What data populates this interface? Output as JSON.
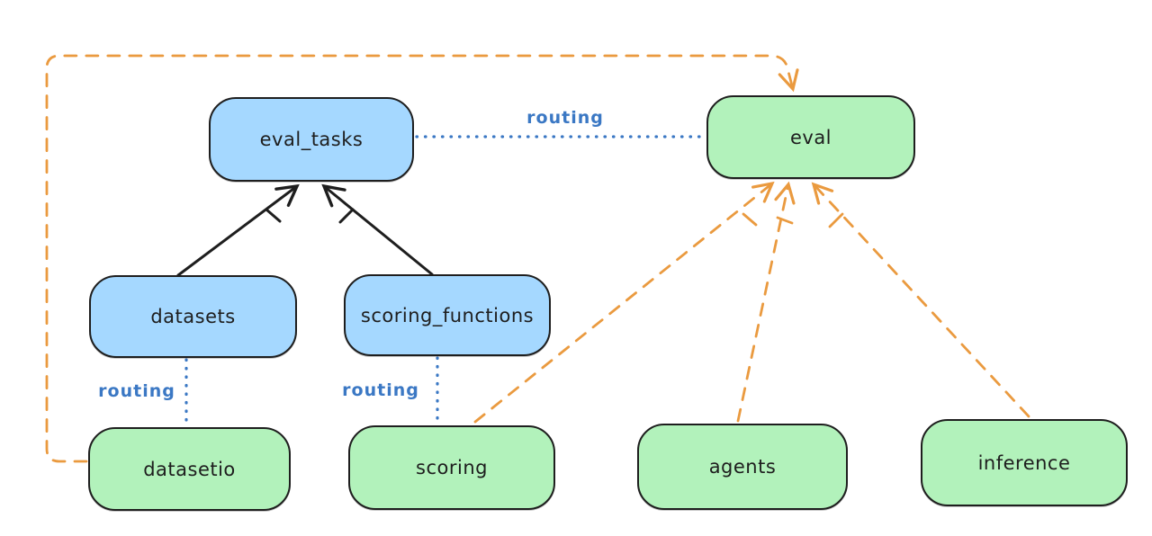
{
  "diagram": {
    "background": "#ffffff",
    "colors": {
      "blue_node_fill": "#a5d8ff",
      "green_node_fill": "#b2f2bb",
      "node_stroke": "#1e1e1e",
      "routing_blue": "#3b78c4",
      "orange_dashed": "#ea9a3f",
      "black_arrow": "#1e1e1e"
    },
    "nodes": [
      {
        "id": "eval_tasks",
        "label": "eval_tasks",
        "fill": "blue"
      },
      {
        "id": "eval",
        "label": "eval",
        "fill": "green"
      },
      {
        "id": "datasets",
        "label": "datasets",
        "fill": "blue"
      },
      {
        "id": "scoring_functions",
        "label": "scoring_functions",
        "fill": "blue"
      },
      {
        "id": "datasetio",
        "label": "datasetio",
        "fill": "green"
      },
      {
        "id": "scoring",
        "label": "scoring",
        "fill": "green"
      },
      {
        "id": "agents",
        "label": "agents",
        "fill": "green"
      },
      {
        "id": "inference",
        "label": "inference",
        "fill": "green"
      }
    ],
    "edges": [
      {
        "from": "datasets",
        "to": "eval_tasks",
        "style": "solid-arrow",
        "color": "#1e1e1e",
        "label": ""
      },
      {
        "from": "scoring_functions",
        "to": "eval_tasks",
        "style": "solid-arrow",
        "color": "#1e1e1e",
        "label": ""
      },
      {
        "from": "eval_tasks",
        "to": "eval",
        "style": "dotted",
        "color": "#3b78c4",
        "label": "routing"
      },
      {
        "from": "datasets",
        "to": "datasetio",
        "style": "dotted",
        "color": "#3b78c4",
        "label": "routing"
      },
      {
        "from": "scoring_functions",
        "to": "scoring",
        "style": "dotted",
        "color": "#3b78c4",
        "label": "routing"
      },
      {
        "from": "datasetio",
        "to": "eval",
        "style": "dashed-arrow",
        "color": "#ea9a3f",
        "route": "around-left-and-top",
        "label": ""
      },
      {
        "from": "scoring",
        "to": "eval",
        "style": "dashed-arrow",
        "color": "#ea9a3f",
        "label": ""
      },
      {
        "from": "agents",
        "to": "eval",
        "style": "dashed-arrow",
        "color": "#ea9a3f",
        "label": ""
      },
      {
        "from": "inference",
        "to": "eval",
        "style": "dashed-arrow",
        "color": "#ea9a3f",
        "label": ""
      }
    ]
  }
}
